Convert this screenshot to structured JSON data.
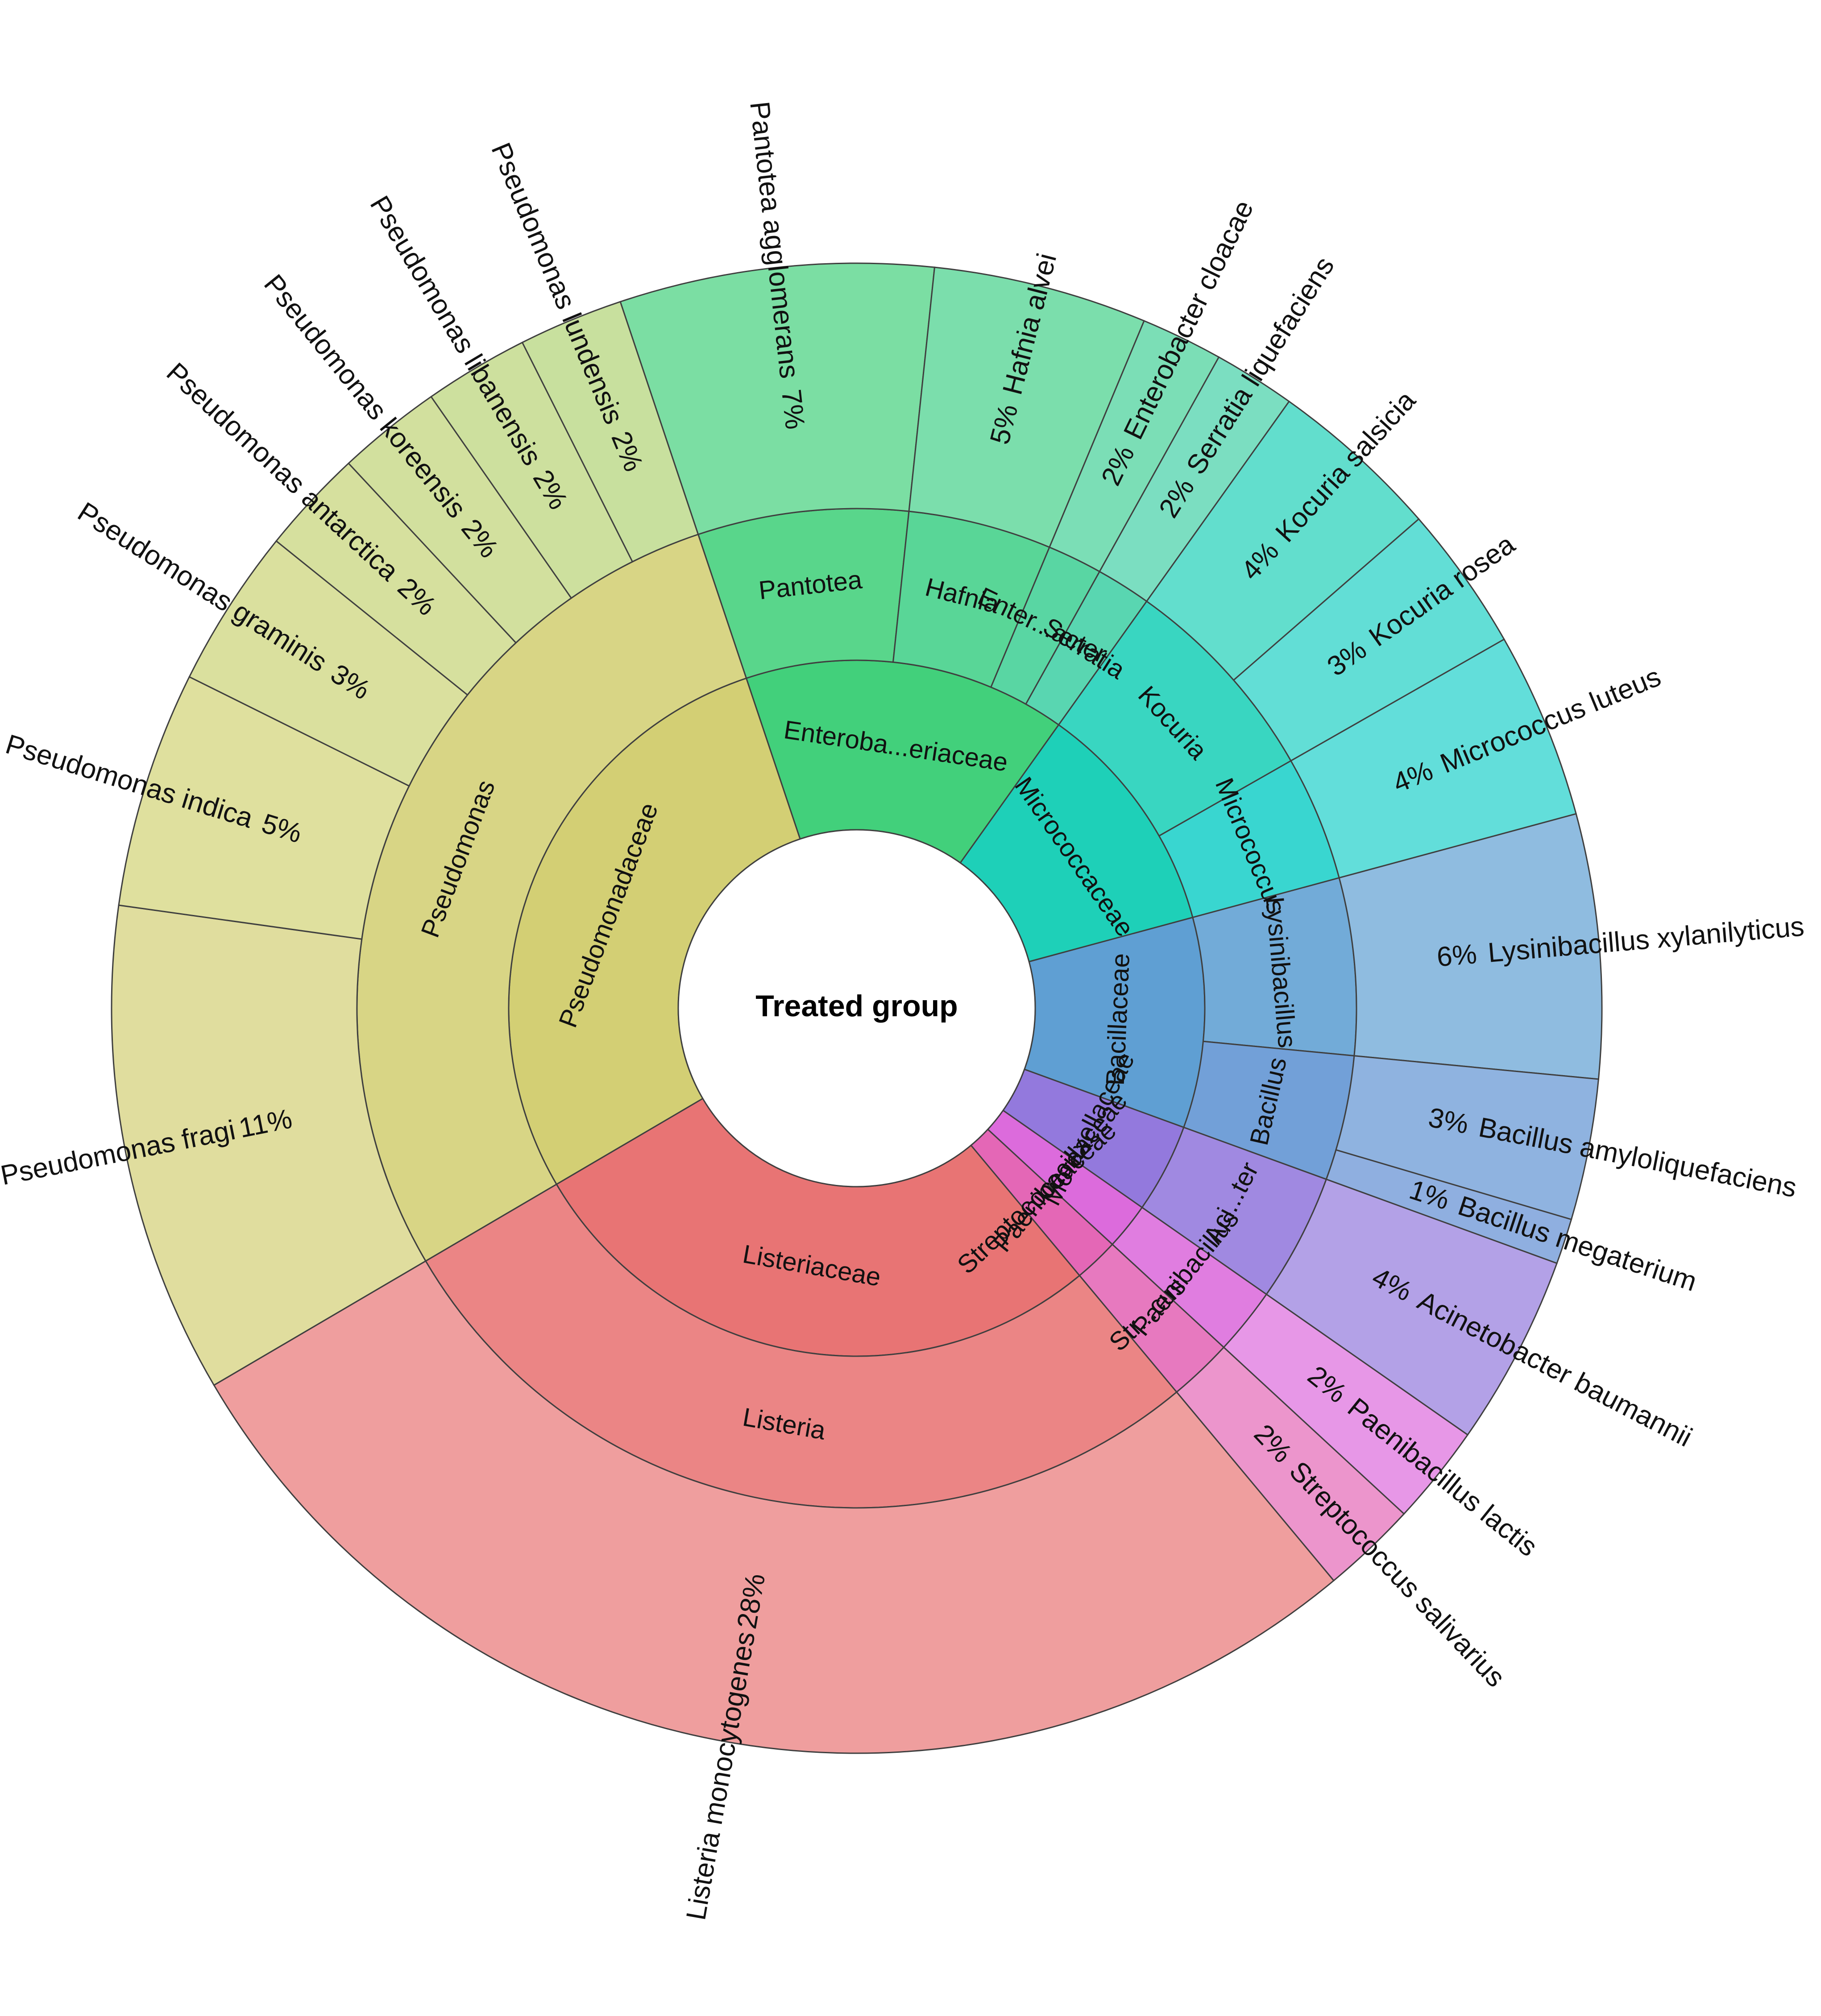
{
  "chart_data": {
    "type": "sunburst",
    "center_label": "Treated group",
    "colors": {
      "Pseudomonadaceae": "#d3cf74",
      "Enterobacteriaceae": "#42d07b",
      "Micrococcaceae": "#1ed0b8",
      "Bacillaceae": "#5f9fd3",
      "Moraxellaceae": "#9379dd",
      "Paenibacillaceae": "#dc6bdc",
      "Streptococcaceae": "#e467b6",
      "Listeriaceae": "#e87474"
    },
    "families": [
      {
        "name": "Pseudomonadaceae",
        "label": "Pseudomonadaceae",
        "genera": [
          {
            "name": "Pseudomonas",
            "label": "Pseudomonas",
            "species": [
              {
                "name": "Pseudomonas fragi",
                "pct": "11%",
                "value": 10.8
              },
              {
                "name": "Pseudomonas indica",
                "pct": "5%",
                "value": 5.2
              },
              {
                "name": "Pseudomonas graminis",
                "pct": "3%",
                "value": 3.5
              },
              {
                "name": "Pseudomonas antarctica",
                "pct": "2%",
                "value": 2.3
              },
              {
                "name": "Pseudomonas koreensis",
                "pct": "2%",
                "value": 2.3
              },
              {
                "name": "Pseudomonas libanensis",
                "pct": "2%",
                "value": 2.3
              },
              {
                "name": "Pseudomonas lundensis",
                "pct": "2%",
                "value": 2.3
              }
            ]
          }
        ]
      },
      {
        "name": "Enterobacteriaceae",
        "label": "Enteroba...eriaceae",
        "genera": [
          {
            "name": "Pantotea",
            "label": "Pantotea",
            "species": [
              {
                "name": "Pantotea agglomerans",
                "pct": "7%",
                "value": 6.9
              }
            ]
          },
          {
            "name": "Hafnia",
            "label": "Hafnia",
            "species": [
              {
                "name": "Hafnia alvei",
                "pct": "5%",
                "value": 4.7
              }
            ]
          },
          {
            "name": "Enterobacter",
            "label": "Enter...acter",
            "species": [
              {
                "name": "Enterobacter cloacae",
                "pct": "2%",
                "value": 1.8
              }
            ]
          },
          {
            "name": "Serratia",
            "label": "Serratia",
            "species": [
              {
                "name": "Serratia liquefaciens",
                "pct": "2%",
                "value": 1.8
              }
            ]
          }
        ]
      },
      {
        "name": "Micrococcaceae",
        "label": "Micrococcaceae",
        "genera": [
          {
            "name": "Kocuria",
            "label": "Kocuria",
            "species": [
              {
                "name": "Kocuria salsicia",
                "pct": "4%",
                "value": 3.8
              },
              {
                "name": "Kocuria rosea",
                "pct": "3%",
                "value": 3.2
              }
            ]
          },
          {
            "name": "Micrococcus",
            "label": "Micrococcus",
            "species": [
              {
                "name": "Micrococcus luteus",
                "pct": "4%",
                "value": 4.1
              }
            ]
          }
        ]
      },
      {
        "name": "Bacillaceae",
        "label": "Bacillaceae",
        "genera": [
          {
            "name": "Lysinibacillus",
            "label": "Lysinibacillus",
            "species": [
              {
                "name": "Lysinibacillus xylanilyticus",
                "pct": "6%",
                "value": 5.8
              }
            ]
          },
          {
            "name": "Bacillus",
            "label": "Bacillus",
            "species": [
              {
                "name": "Bacillus amyloliquefaciens",
                "pct": "3%",
                "value": 3.1
              },
              {
                "name": "Bacillus megaterium",
                "pct": "1%",
                "value": 1.0
              }
            ]
          }
        ]
      },
      {
        "name": "Moraxellaceae",
        "label": "Moraxellaceae",
        "genera": [
          {
            "name": "Acinetobacter",
            "label": "Aci...ter",
            "species": [
              {
                "name": "Acinetobacter baumannii",
                "pct": "4%",
                "value": 4.2
              }
            ]
          }
        ]
      },
      {
        "name": "Paenibacillaceae",
        "label": "Paenibacillaceae",
        "genera": [
          {
            "name": "Paenibacillus",
            "label": "Paenibacillus",
            "species": [
              {
                "name": "Paenibacillus lactis",
                "pct": "2%",
                "value": 2.2
              }
            ]
          }
        ]
      },
      {
        "name": "Streptococcaceae",
        "label": "Streptococcaceae",
        "genera": [
          {
            "name": "Streptococcus",
            "label": "Str...cus",
            "species": [
              {
                "name": "Streptococcus salivarius",
                "pct": "2%",
                "value": 2.1
              }
            ]
          }
        ]
      },
      {
        "name": "Listeriaceae",
        "label": "Listeriaceae",
        "genera": [
          {
            "name": "Listeria",
            "label": "Listeria",
            "species": [
              {
                "name": "Listeria monocytogenes",
                "pct": "28%",
                "value": 28.0
              }
            ]
          }
        ]
      }
    ]
  }
}
